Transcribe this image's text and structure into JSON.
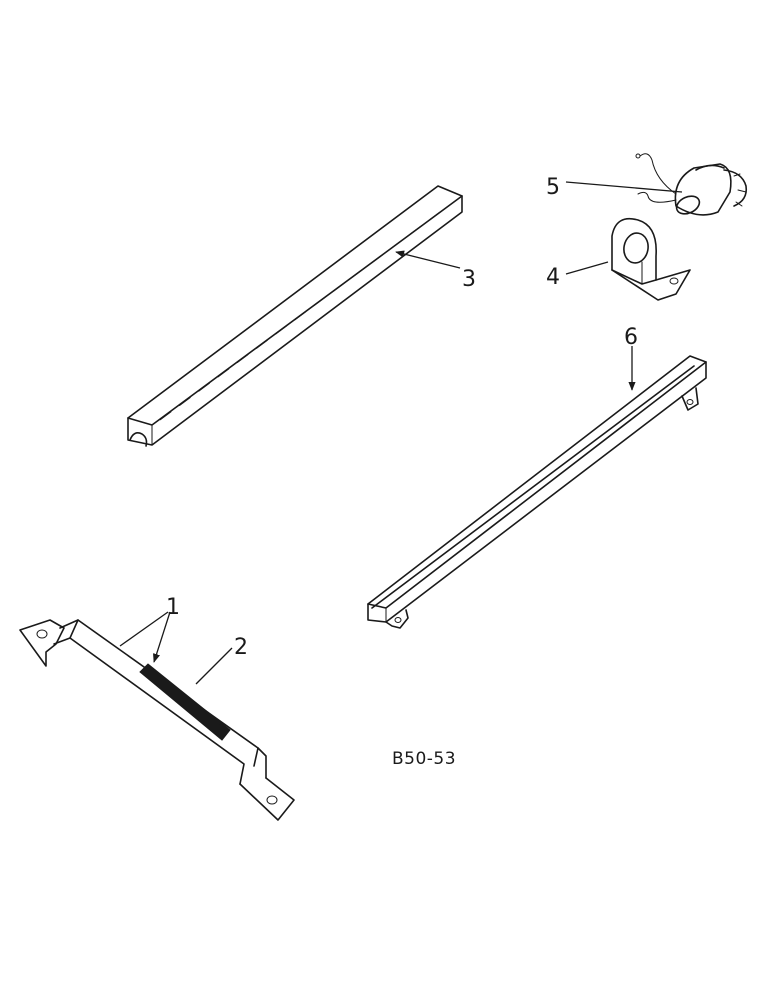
{
  "figure_ref": "B50-53",
  "callouts": {
    "c1": "1",
    "c2": "2",
    "c3": "3",
    "c4": "4",
    "c5": "5",
    "c6": "6"
  },
  "colors": {
    "line": "#1a1a1a",
    "background": "#ffffff"
  }
}
